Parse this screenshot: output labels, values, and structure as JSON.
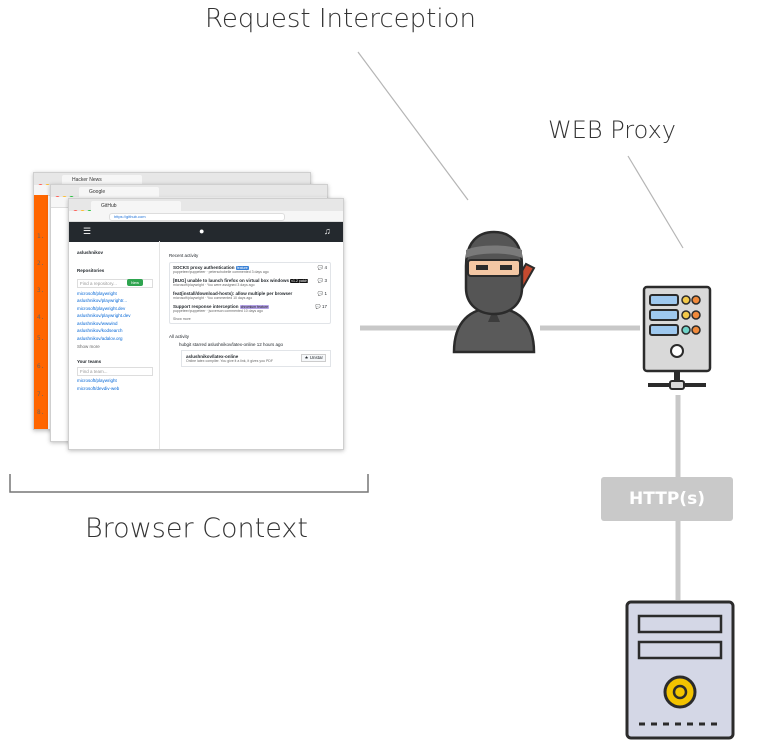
{
  "labels": {
    "request_interception": "Request Interception",
    "web_proxy": "WEB Proxy",
    "browser_context": "Browser Context",
    "http": "HTTP(s)"
  },
  "icons": {
    "interceptor": "ninja-icon",
    "proxy": "proxy-server-icon",
    "server": "server-tower-icon"
  },
  "colors": {
    "connector": "#c8c8c8",
    "http_box": "#c9c9c9",
    "label_text": "#333333"
  },
  "browser": {
    "windows": [
      {
        "tab_title": "Hacker News"
      },
      {
        "tab_title": "Google"
      },
      {
        "tab_title": "GitHub",
        "url": "https://github.com"
      }
    ],
    "hn_line_numbers": [
      "1.",
      "2.",
      "3.",
      "4.",
      "5.",
      "6.",
      "7.",
      "8."
    ],
    "github": {
      "user": "aslushnikov",
      "repositories_heading": "Repositories",
      "new_button": "New",
      "find_repo_placeholder": "Find a repository...",
      "repos": [
        "microsoft/playwright",
        "aslushnikov/playwrightr...",
        "microsoft/playwright.dev",
        "aslushnikov/playwright.dev",
        "aslushnikov/wwwind",
        "aslushnikov/kodsearch",
        "aslushnikov/adalov.org"
      ],
      "show_more": "Show more",
      "teams_heading": "Your teams",
      "find_team_placeholder": "Find a team...",
      "teams": [
        "microsoft/playwright",
        "microsoft/devdiv-web"
      ],
      "recent_activity_heading": "Recent activity",
      "activity": [
        {
          "title": "SOCKS proxy authentication",
          "tag": "feature",
          "meta": "puppeteer/puppeteer · peterschobelle commented 3 days ago",
          "comments": "4"
        },
        {
          "title": "[BUG] unable to launch firefox on virtual box windows",
          "tag": "v1.2 patch",
          "meta": "microsoft/playwright · You were assigned 3 days ago",
          "comments": "3"
        },
        {
          "title": "feat(install/download-hosts): allow multiple per browser",
          "tag": "",
          "meta": "microsoft/playwright · You commented 10 days ago",
          "comments": "1"
        },
        {
          "title": "Support response interception",
          "tag": "chromium feature",
          "meta": "puppeteer/puppeteer · jsoverson commented 10 days ago",
          "comments": "17"
        }
      ],
      "activity_show_more": "Show more",
      "all_activity_heading": "All activity",
      "feed_line": "hubgit starred aslushnikov/latex-online 12 hours ago",
      "feed_repo": "aslushnikov/latex-online",
      "feed_desc": "Online latex compiler. You give it a link, it gives you PDF",
      "unstar_button": "Unstar"
    }
  }
}
